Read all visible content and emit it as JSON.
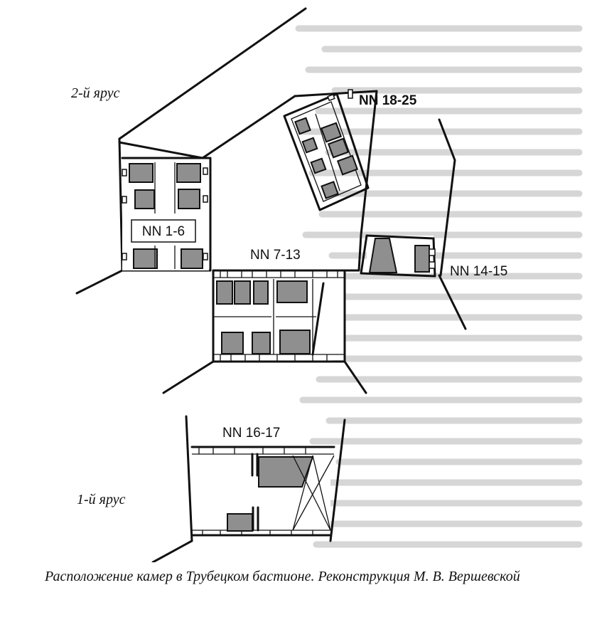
{
  "diagram": {
    "tiers": {
      "upper": "2-й ярус",
      "lower": "1-й ярус"
    },
    "groups": [
      {
        "id": "cells-1-6",
        "label": "NN 1-6"
      },
      {
        "id": "cells-7-13",
        "label": "NN 7-13"
      },
      {
        "id": "cells-14-15",
        "label": "NN 14-15"
      },
      {
        "id": "cells-16-17",
        "label": "NN 16-17"
      },
      {
        "id": "cells-18-25",
        "label": "NN 18-25"
      }
    ]
  },
  "caption": "Расположение камер в Трубецком бастионе. Реконструкция М. В. Вершевской",
  "colors": {
    "ink": "#111111",
    "cell_fill": "#8f8f8f",
    "bleed_text": "#d6d6d6"
  }
}
